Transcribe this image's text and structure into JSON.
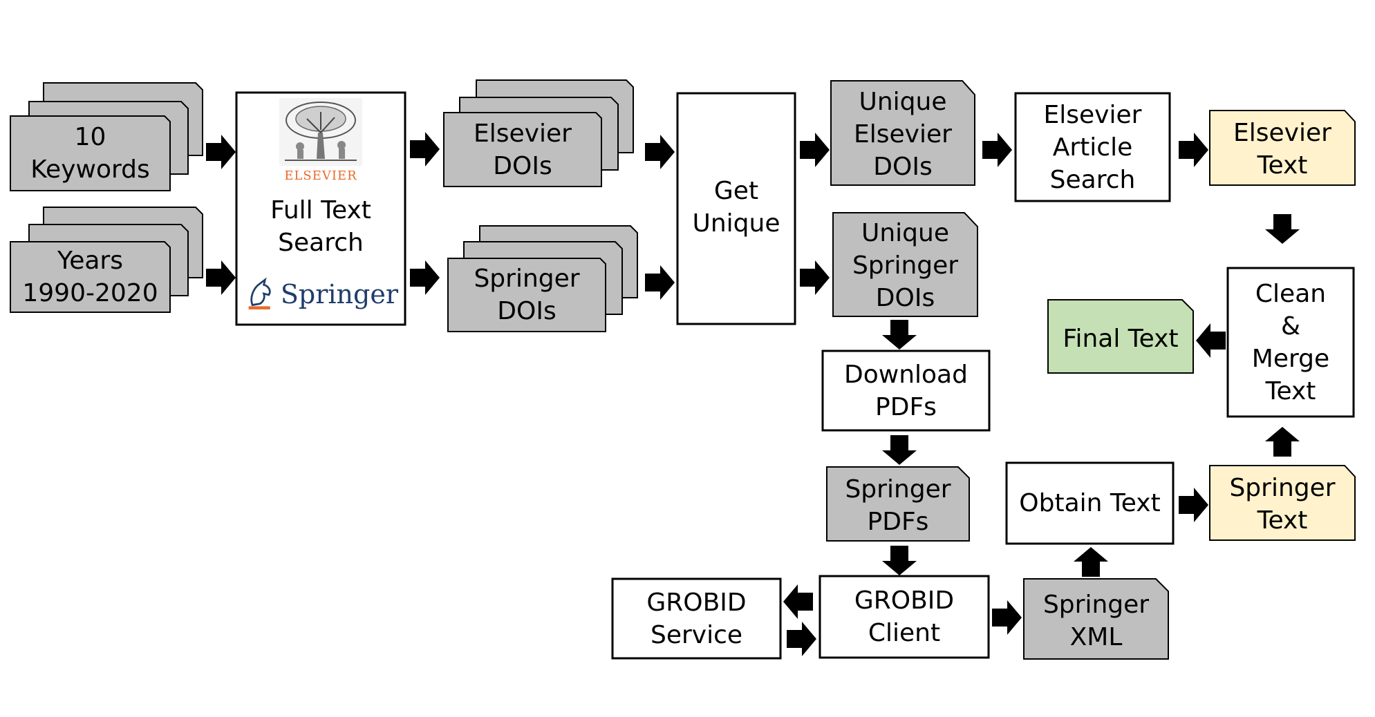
{
  "nodes": {
    "keywords": [
      "10",
      "Keywords"
    ],
    "years": [
      "Years",
      "1990-2020"
    ],
    "full_text_search": [
      "Full Text",
      "Search"
    ],
    "elsevier_dois": [
      "Elsevier",
      "DOIs"
    ],
    "springer_dois": [
      "Springer",
      "DOIs"
    ],
    "get_unique": [
      "Get",
      "Unique"
    ],
    "unique_elsevier_dois": [
      "Unique",
      "Elsevier",
      "DOIs"
    ],
    "unique_springer_dois": [
      "Unique",
      "Springer",
      "DOIs"
    ],
    "elsevier_article_search": [
      "Elsevier",
      "Article",
      "Search"
    ],
    "elsevier_text": [
      "Elsevier",
      "Text"
    ],
    "download_pdfs": [
      "Download",
      "PDFs"
    ],
    "springer_pdfs": [
      "Springer",
      "PDFs"
    ],
    "grobid_service": [
      "GROBID",
      "Service"
    ],
    "grobid_client": [
      "GROBID",
      "Client"
    ],
    "springer_xml": [
      "Springer",
      "XML"
    ],
    "obtain_text": [
      "Obtain Text"
    ],
    "springer_text": [
      "Springer",
      "Text"
    ],
    "clean_merge_text": [
      "Clean",
      "&",
      "Merge",
      "Text"
    ],
    "final_text": [
      "Final Text"
    ]
  },
  "logos": {
    "elsevier": "ELSEVIER",
    "springer": "Springer"
  },
  "colors": {
    "gray_fill": "#bfbfbf",
    "text_fill": "#fff2cc",
    "final_fill": "#c5e0b4",
    "elsevier_orange": "#ea6a2a",
    "springer_blue": "#1f3d6b",
    "arrow": "#000000"
  }
}
